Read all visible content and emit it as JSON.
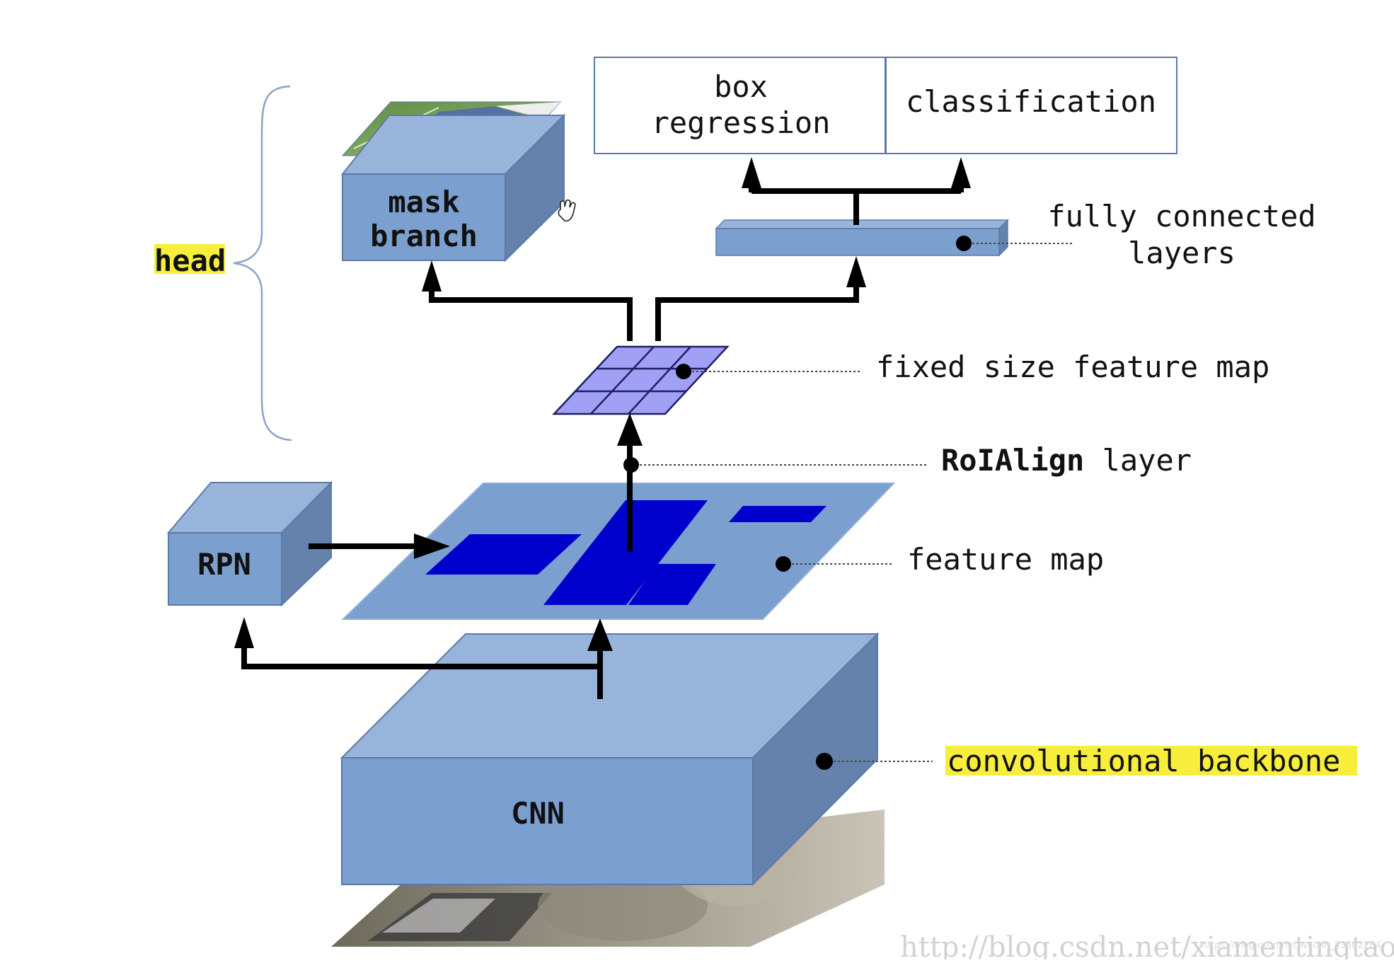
{
  "colors": {
    "box_front": "#7b9fcf",
    "box_top": "#98b4db",
    "box_side": "#6482ab",
    "box_stroke": "#5a7aa8",
    "roi": "#0000cc",
    "grid_fill": "#a0a0f4",
    "highlight": "#f7ee3c",
    "arrow": "#000000",
    "brace": "#8ca3c8"
  },
  "labels": {
    "head": "head",
    "mask_line1": "mask",
    "mask_line2": "branch",
    "box_regression_line1": "box",
    "box_regression_line2": "regression",
    "classification": "classification",
    "fully_connected_line1": "fully connected",
    "fully_connected_line2": "layers",
    "fixed_size_feature_map": "fixed size feature map",
    "roialign_bold": "RoIAlign",
    "roialign_rest": " layer",
    "feature_map": "feature map",
    "rpn": "RPN",
    "cnn": "CNN",
    "convolutional_backbone": "convolutional backbone"
  },
  "watermark": {
    "main": "http://blog.csdn.net/xiamentingtao",
    "small": "https://blog.csdn.net/weixin_33602284"
  },
  "icons": {
    "cursor": "hand-cursor-icon"
  }
}
